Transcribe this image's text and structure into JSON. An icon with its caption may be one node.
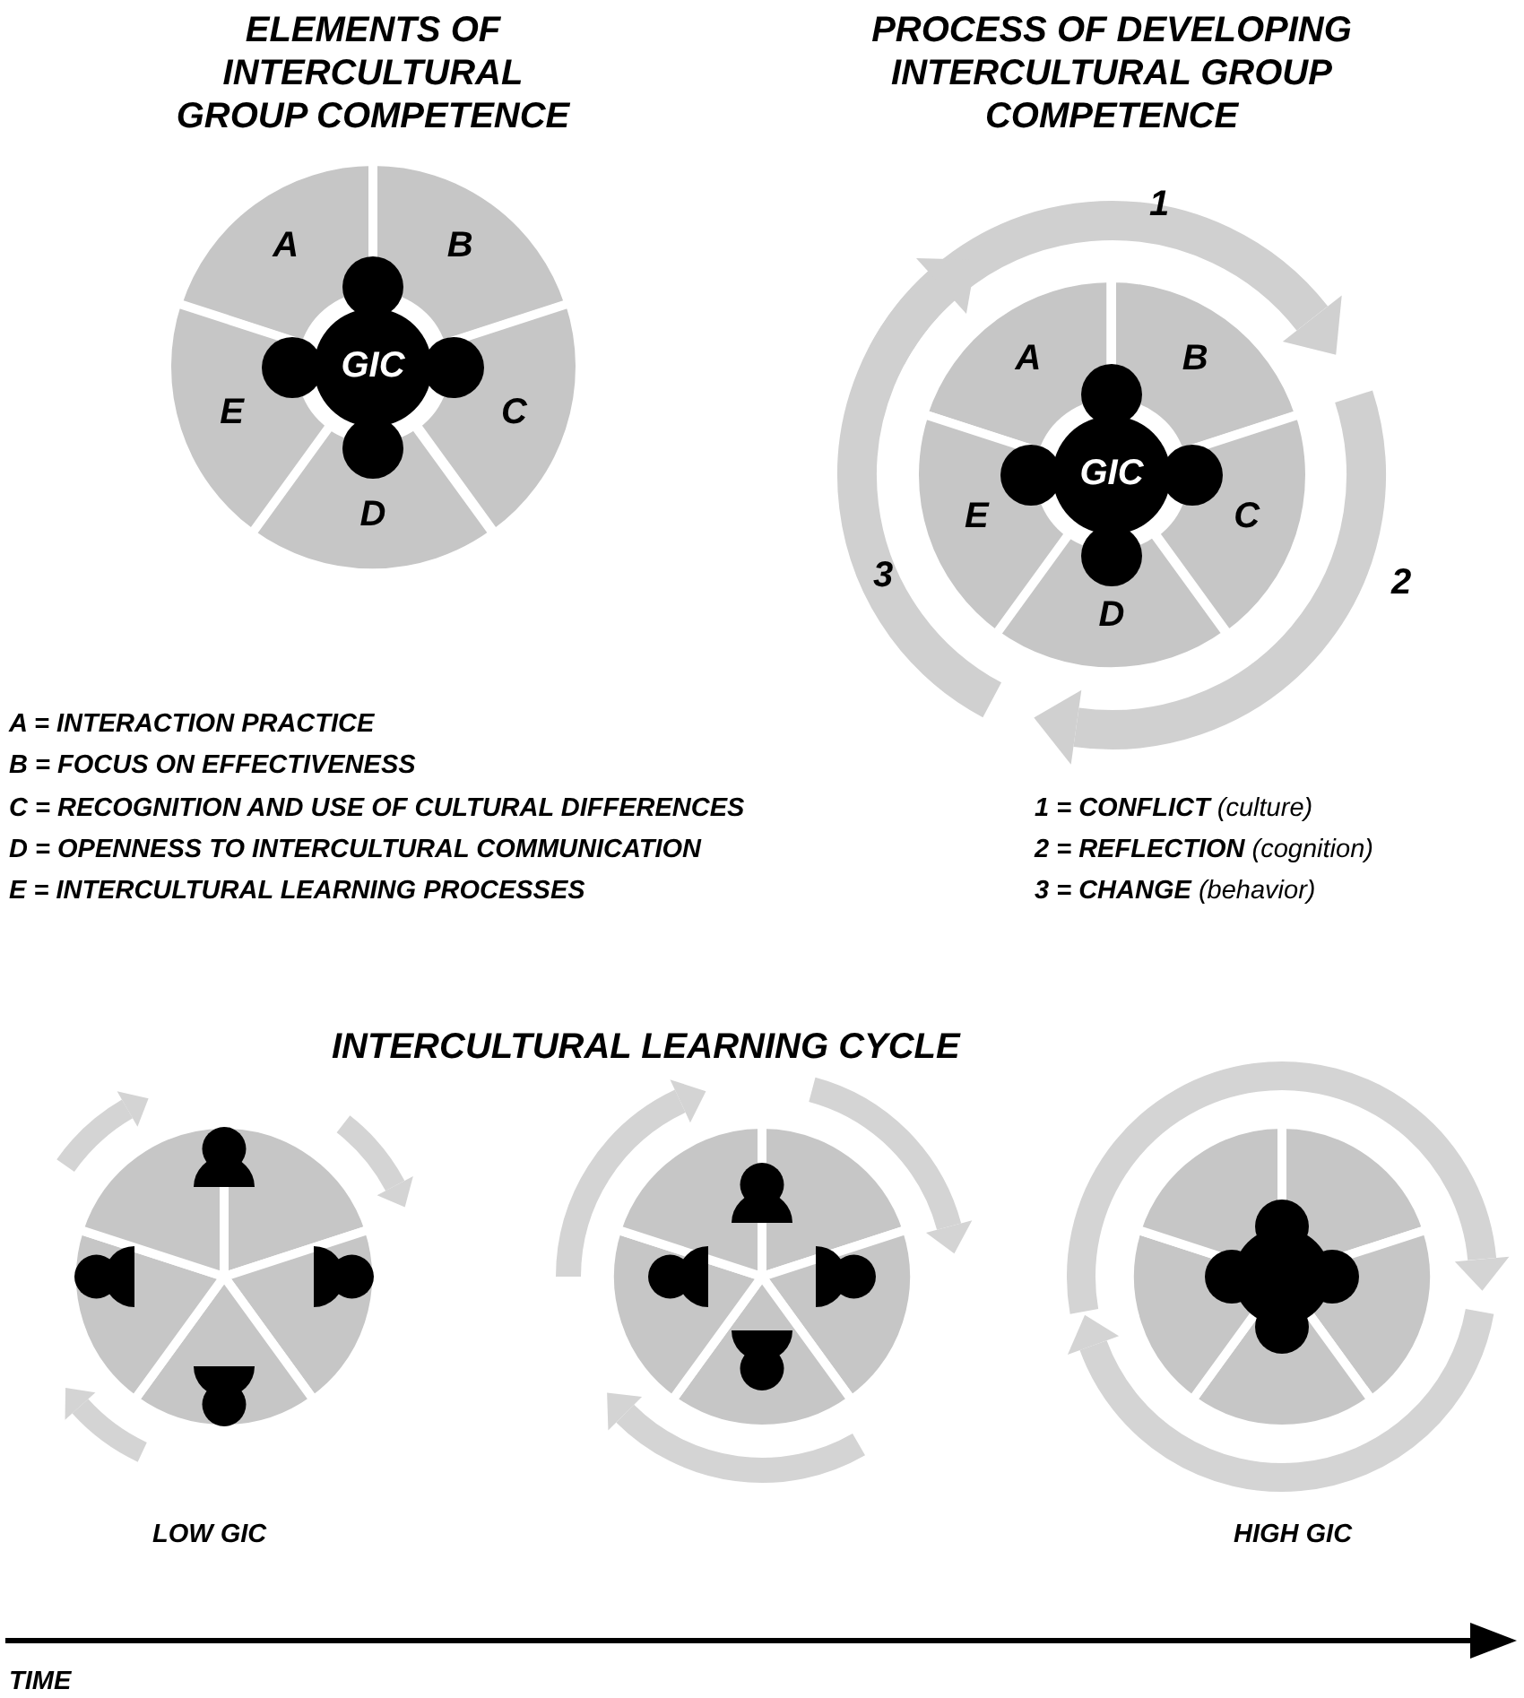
{
  "diagram": {
    "nodes": [
      {
        "text": [
          "A"
        ]
      },
      {
        "text": [
          "B"
        ]
      },
      {
        "text": [
          "C"
        ]
      },
      {
        "text": [
          "D"
        ]
      },
      {
        "text": [
          "E"
        ]
      },
      {
        "text": [
          "GIC"
        ]
      },
      {
        "text": [
          "A"
        ]
      },
      {
        "text": [
          "B"
        ]
      },
      {
        "text": [
          "C"
        ]
      },
      {
        "text": [
          "D"
        ]
      },
      {
        "text": [
          "E"
        ]
      },
      {
        "text": [
          "GIC"
        ]
      }
    ],
    "labels": [
      "ELEMENTS OF INTERCULTURAL GROUP COMPETENCE",
      "PROCESS OF DEVELOPING INTERCULTURAL GROUP COMPETENCE",
      "1",
      "3",
      "2",
      "A = INTERACTION PRACTICE",
      "B = FOCUS ON EFFECTIVENESS",
      "C = RECOGNITION AND USE OF CULTURAL DIFFERENCES",
      "D = OPENNESS TO INTERCULTURAL COMMUNICATION",
      "E = INTERCULTURAL LEARNING PROCESSES",
      "**1 = CONFLICT** (culture)",
      "**2 = REFLECTION** (cognition)",
      "**3 = CHANGE** (behavior)",
      "INTERCULTURAL LEARNING CYCLE",
      "LOW GIC",
      "HIGH GIC",
      "TIME"
    ]
  }
}
